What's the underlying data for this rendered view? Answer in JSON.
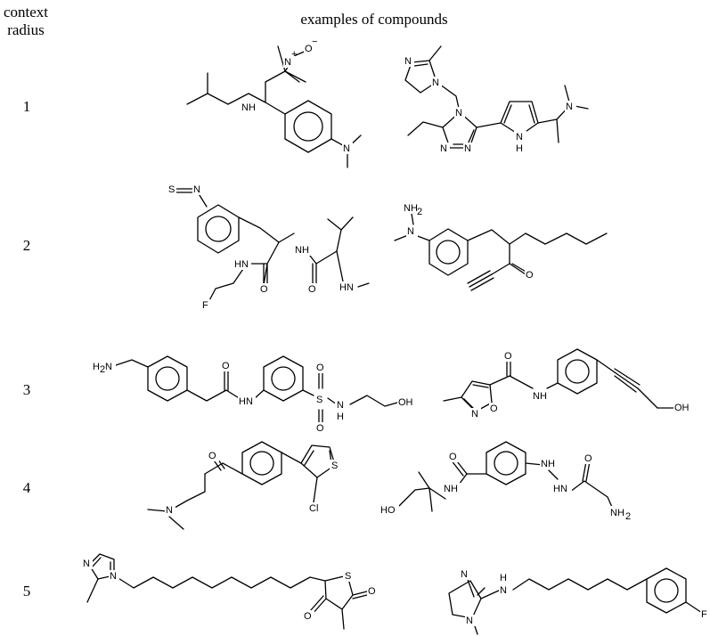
{
  "header": {
    "col1_line1": "context",
    "col1_line2": "radius",
    "col2": "examples of compounds"
  },
  "rows": [
    {
      "radius": "1"
    },
    {
      "radius": "2"
    },
    {
      "radius": "3"
    },
    {
      "radius": "4"
    },
    {
      "radius": "5"
    }
  ],
  "atom_labels": {
    "N": "N",
    "NH": "NH",
    "HN": "HN",
    "H": "H",
    "NH2": "NH",
    "NH2_sub": "2",
    "H2N": "H",
    "H2N_sub": "2",
    "H2N_N": "N",
    "O": "O",
    "OH": "OH",
    "HO": "HO",
    "O_minus": "O",
    "S": "S",
    "F": "F",
    "Cl": "Cl",
    "plus": "+",
    "minus": "−"
  }
}
